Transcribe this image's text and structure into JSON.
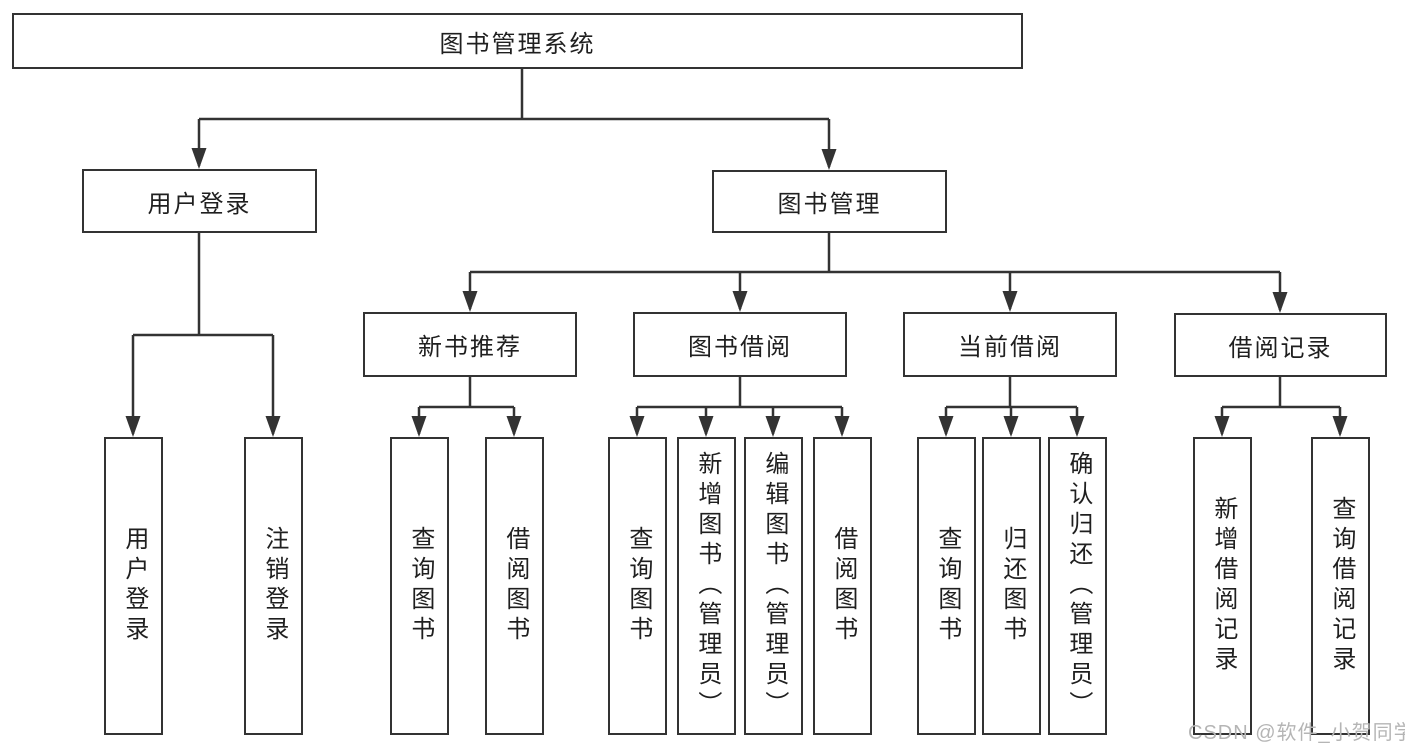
{
  "tree": {
    "root": "图书管理系统",
    "login": {
      "label": "用户登录",
      "children": [
        "用户登录",
        "注销登录"
      ]
    },
    "mgmt": {
      "label": "图书管理",
      "sections": [
        {
          "label": "新书推荐",
          "children": [
            "查询图书",
            "借阅图书"
          ]
        },
        {
          "label": "图书借阅",
          "children": [
            "查询图书",
            "新增图书（管理员）",
            "编辑图书（管理员）",
            "借阅图书"
          ]
        },
        {
          "label": "当前借阅",
          "children": [
            "查询图书",
            "归还图书",
            "确认归还（管理员）"
          ]
        },
        {
          "label": "借阅记录",
          "children": [
            "新增借阅记录",
            "查询借阅记录"
          ]
        }
      ]
    }
  },
  "watermark": {
    "text": "CSDN @软件_小贺同学"
  },
  "colors": {
    "line": "#333333",
    "box_border": "#333333",
    "text": "#1f1f1f",
    "watermark": "#b5b5b5",
    "background": "#ffffff"
  }
}
